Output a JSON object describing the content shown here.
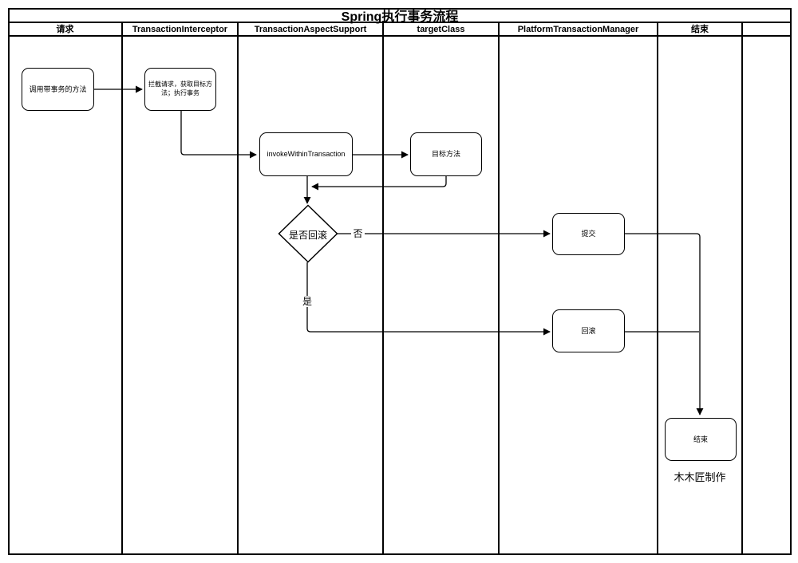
{
  "diagram_title": "Spring执行事务流程",
  "lanes": [
    {
      "label": "请求"
    },
    {
      "label": "TransactionInterceptor"
    },
    {
      "label": "TransactionAspectSupport"
    },
    {
      "label": "targetClass"
    },
    {
      "label": "PlatformTransactionManager"
    },
    {
      "label": "结束"
    },
    {
      "label": ""
    }
  ],
  "nodes": {
    "call_method": {
      "label": "调用带事务的方法",
      "type": "rounded-rect",
      "lane": "请求"
    },
    "intercept_request": {
      "label": "拦截请求，获取目标方法；执行事务",
      "type": "rounded-rect",
      "lane": "TransactionInterceptor"
    },
    "invoke_within_transaction": {
      "label": "invokeWithinTransaction",
      "type": "rounded-rect",
      "lane": "TransactionAspectSupport"
    },
    "target_method": {
      "label": "目标方法",
      "type": "rounded-rect",
      "lane": "targetClass"
    },
    "rollback_decision": {
      "label": "是否回滚",
      "type": "decision-diamond",
      "lane": "TransactionAspectSupport"
    },
    "commit": {
      "label": "提交",
      "type": "rounded-rect",
      "lane": "PlatformTransactionManager"
    },
    "rollback": {
      "label": "回滚",
      "type": "rounded-rect",
      "lane": "PlatformTransactionManager"
    },
    "end": {
      "label": "结束",
      "type": "rounded-rect",
      "lane": "结束"
    }
  },
  "edge_labels": {
    "no_branch": "否",
    "yes_branch": "是"
  },
  "credit": "木木匠制作",
  "colors": {
    "stroke": "#000000",
    "fill": "#ffffff",
    "text": "#000000"
  }
}
